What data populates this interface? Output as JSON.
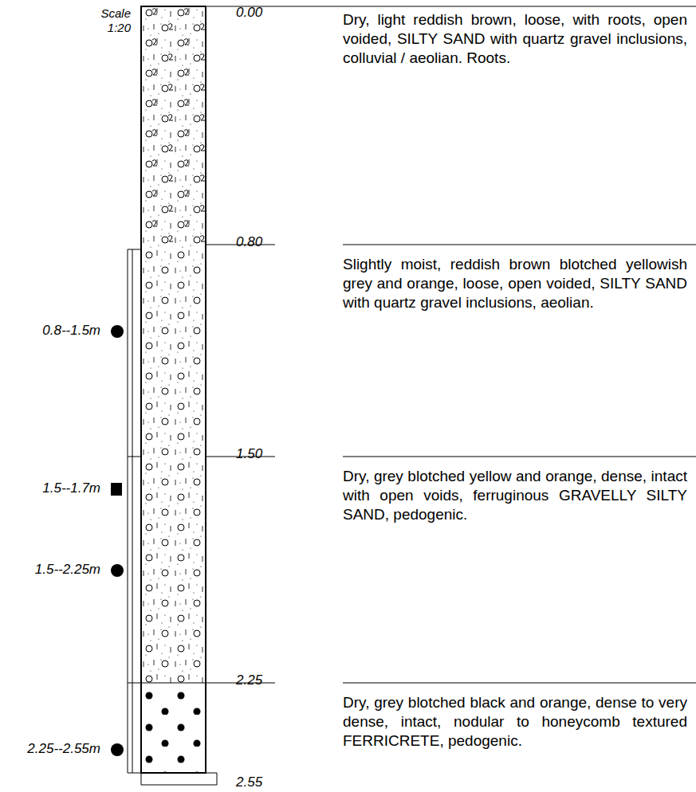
{
  "diagram": {
    "labels": [
      "Scale 1:20",
      "0.00",
      "Dry, light reddish brown, loose, with roots, open voided, SILTY SAND with quartz gravel inclusions, colluvial / aeolian. Roots.",
      "0.80",
      "Slightly moist, reddish brown blotched yellowish grey and orange, loose, open voided, SILTY SAND with quartz gravel inclusions, aeolian.",
      "0.8--1.5m",
      "1.50",
      "Dry, grey blotched yellow and orange, dense, intact with open voids, ferruginous GRAVELLY SILTY SAND, pedogenic.",
      "1.5--1.7m",
      "1.5--2.25m",
      "2.25",
      "Dry, grey blotched black and orange, dense to very dense, intact, nodular to honeycomb textured FERRICRETE, pedogenic.",
      "2.25--2.55m",
      "2.55"
    ]
  }
}
